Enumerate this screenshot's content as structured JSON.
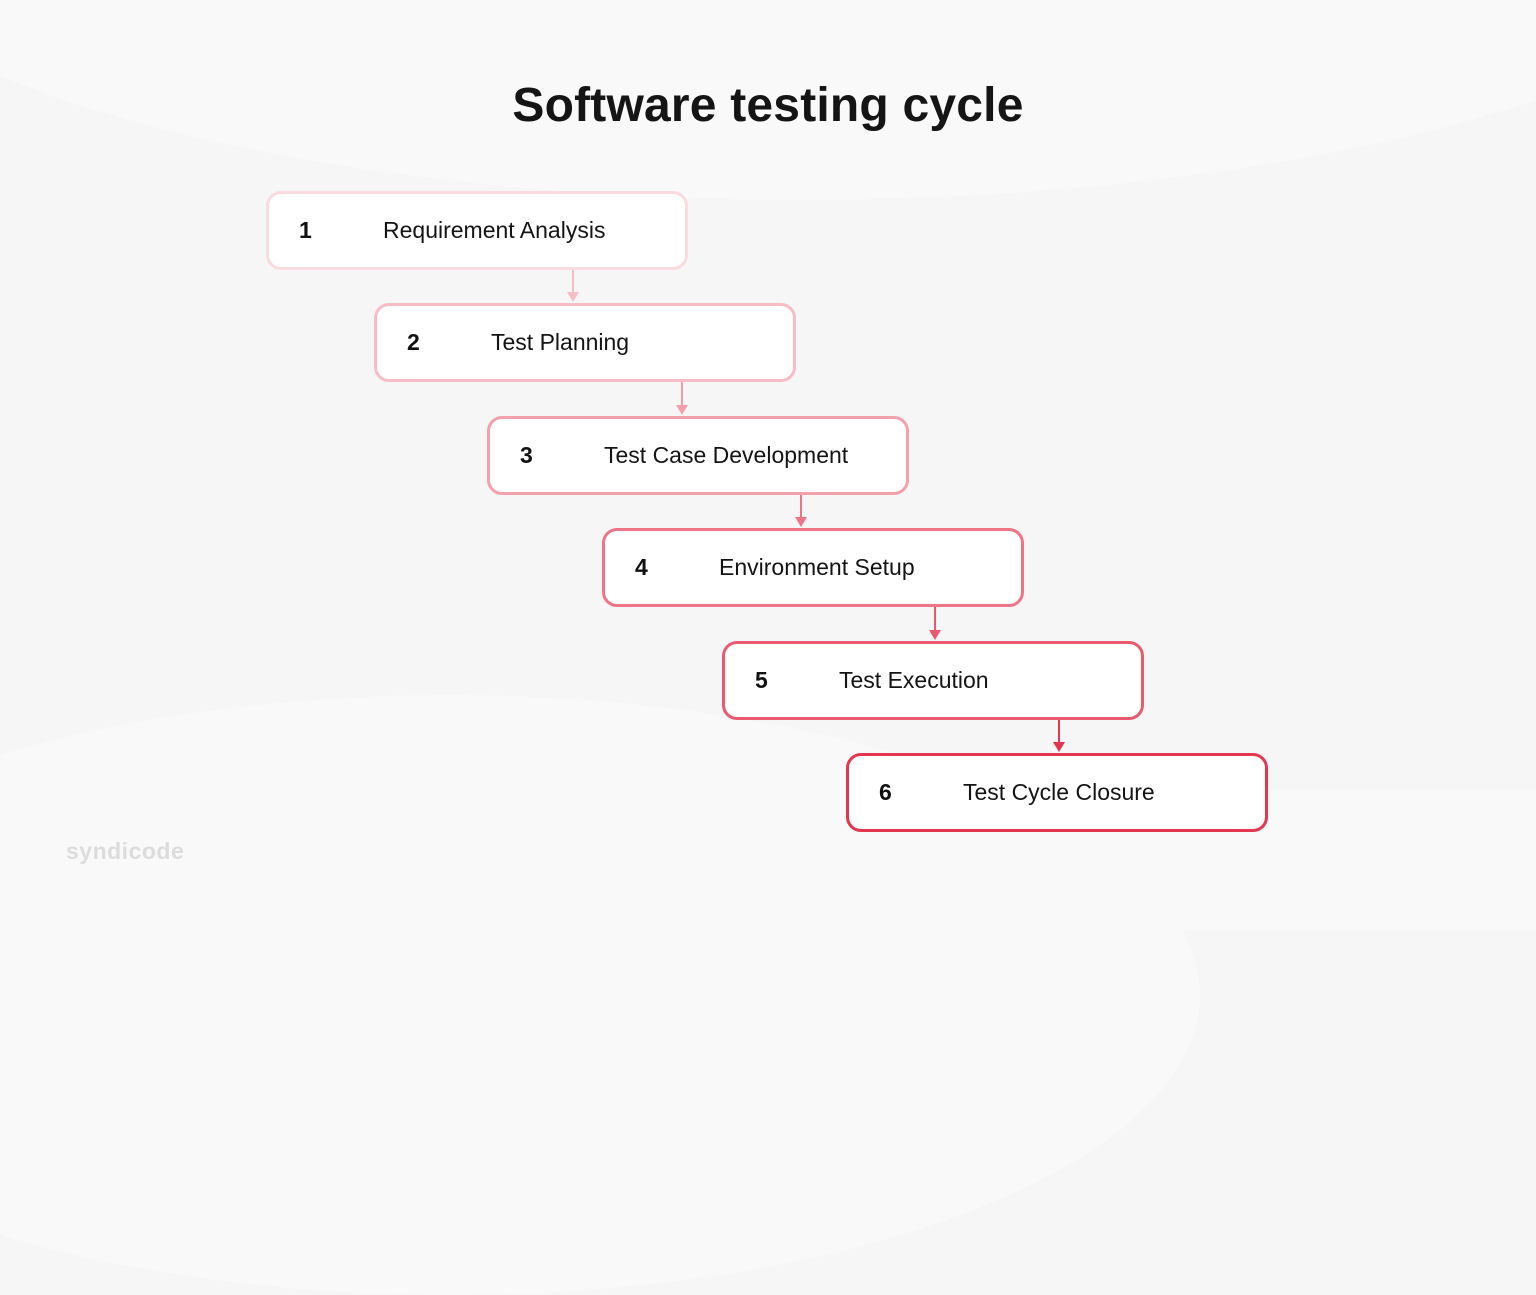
{
  "title": "Software testing cycle",
  "steps": [
    {
      "number": "1",
      "label": "Requirement Analysis",
      "border": "#fadbe0"
    },
    {
      "number": "2",
      "label": "Test Planning",
      "border": "#f7bcc6"
    },
    {
      "number": "3",
      "label": "Test Case Development",
      "border": "#f3a0ad"
    },
    {
      "number": "4",
      "label": "Environment Setup",
      "border": "#ee7486"
    },
    {
      "number": "5",
      "label": "Test Execution",
      "border": "#ea5a6f"
    },
    {
      "number": "6",
      "label": "Test Cycle Closure",
      "border": "#e5364f"
    }
  ],
  "logo": "syndicode",
  "colors": {
    "background": "#f7f6f7",
    "accent": "#e5364f",
    "text": "#151515"
  }
}
